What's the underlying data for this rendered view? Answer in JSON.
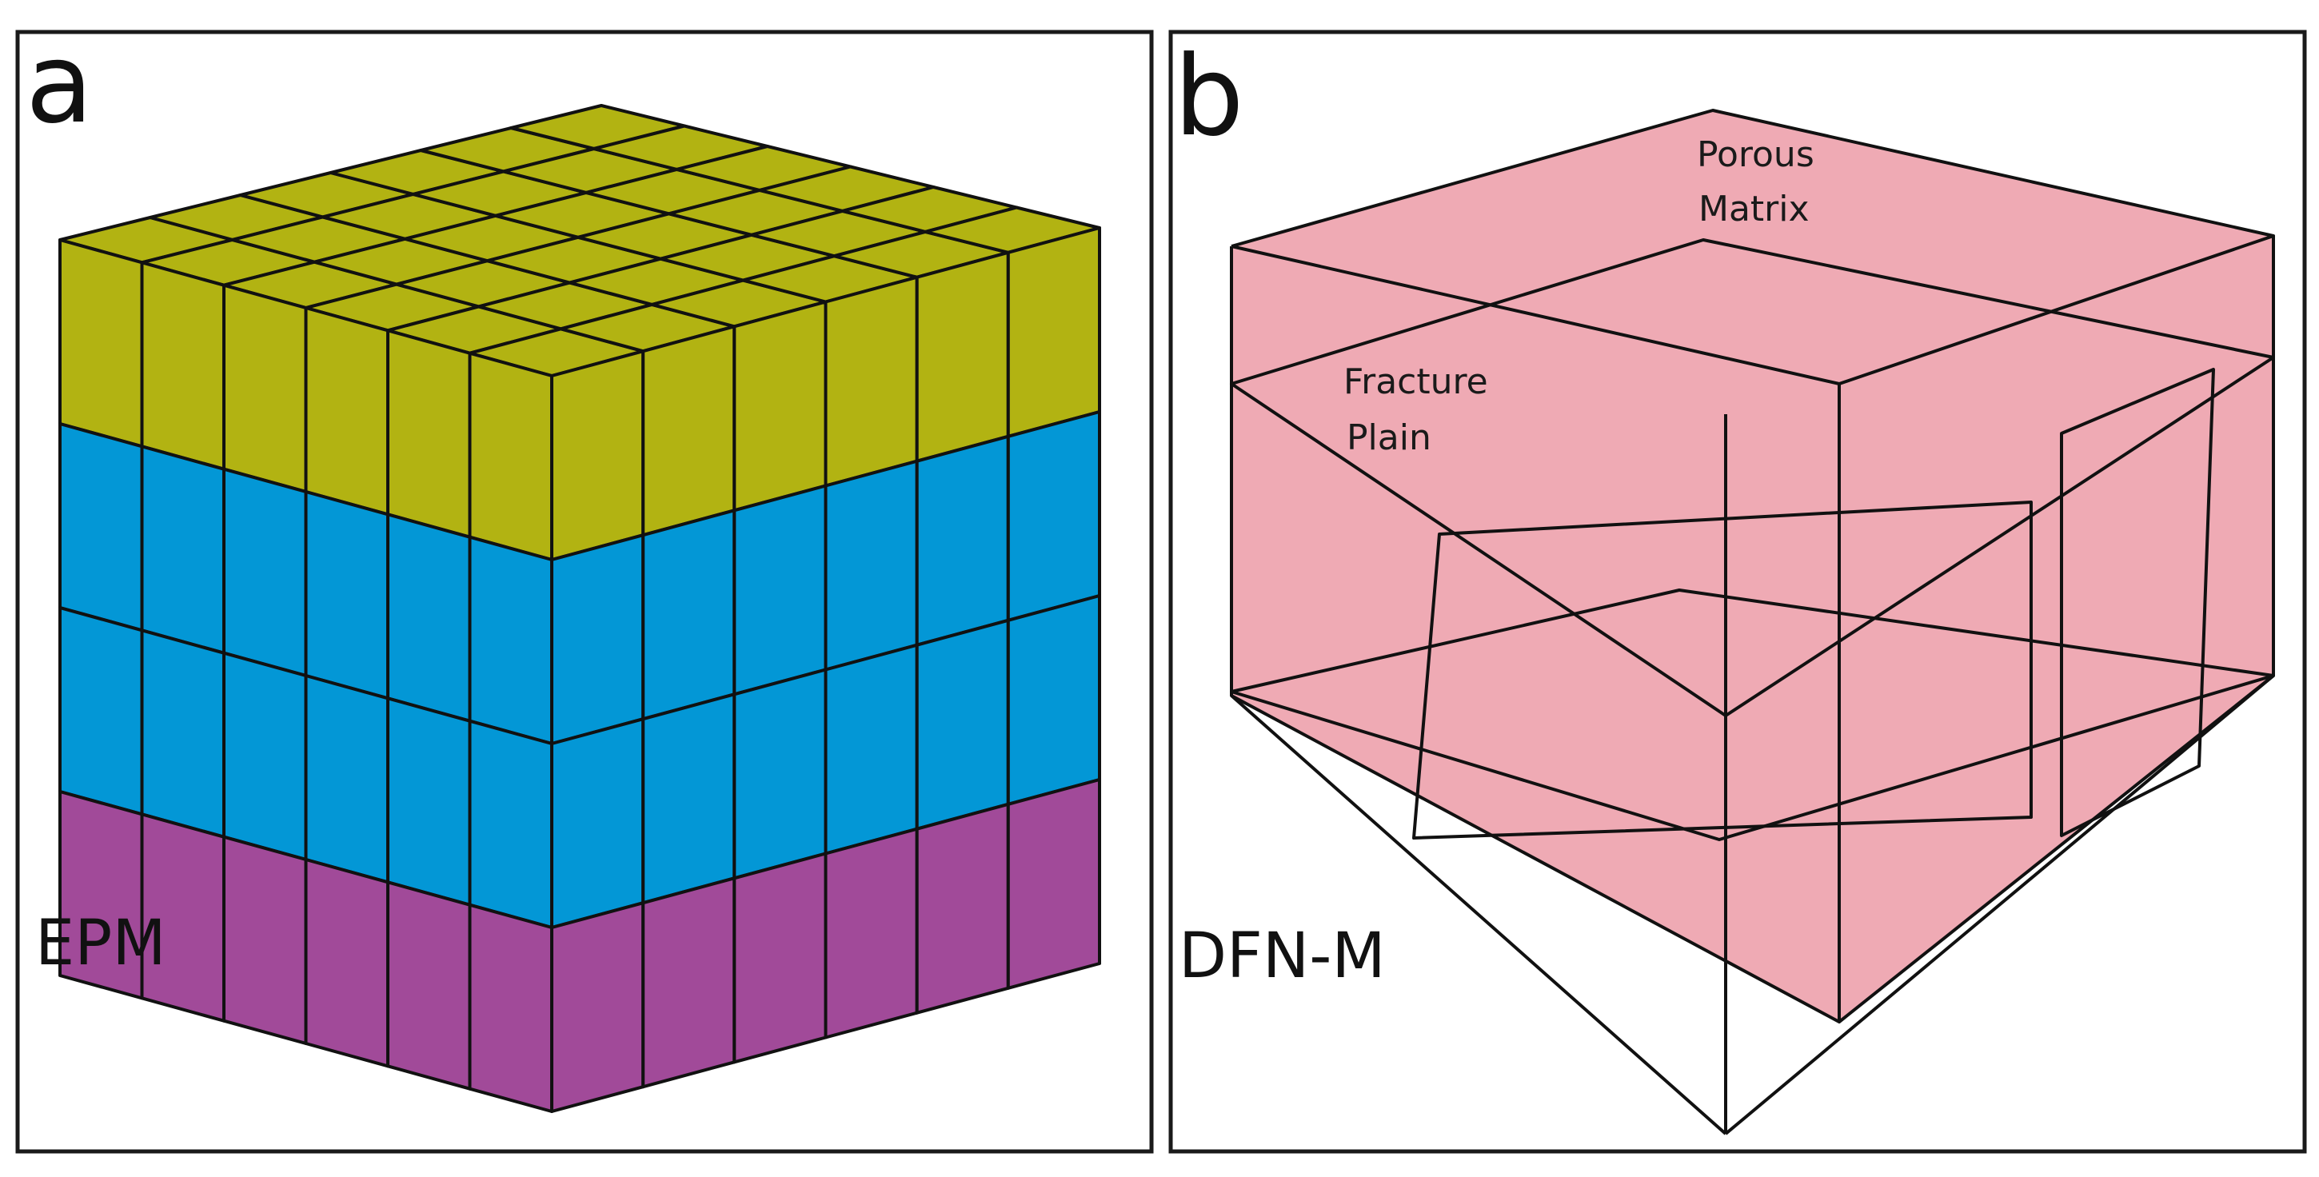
{
  "panel_a": {
    "letter": "a",
    "label": "EPM",
    "colors": {
      "top": "#b2b312",
      "middle": "#0397d6",
      "bottom": "#a14a99",
      "grid": "#111111"
    },
    "grid": {
      "columns": 6,
      "depth_rows": 6,
      "layers": 4
    },
    "layer_colors": [
      "top",
      "middle",
      "middle",
      "bottom"
    ]
  },
  "panel_b": {
    "letter": "b",
    "label": "DFN-M",
    "annotations": {
      "matrix_line1": "Porous",
      "matrix_line2": "Matrix",
      "fracture_line1": "Fracture",
      "fracture_line2": "Plain"
    },
    "colors": {
      "matrix": "#efaab4",
      "fracture": "#d2d700",
      "edges": "#111111"
    }
  }
}
